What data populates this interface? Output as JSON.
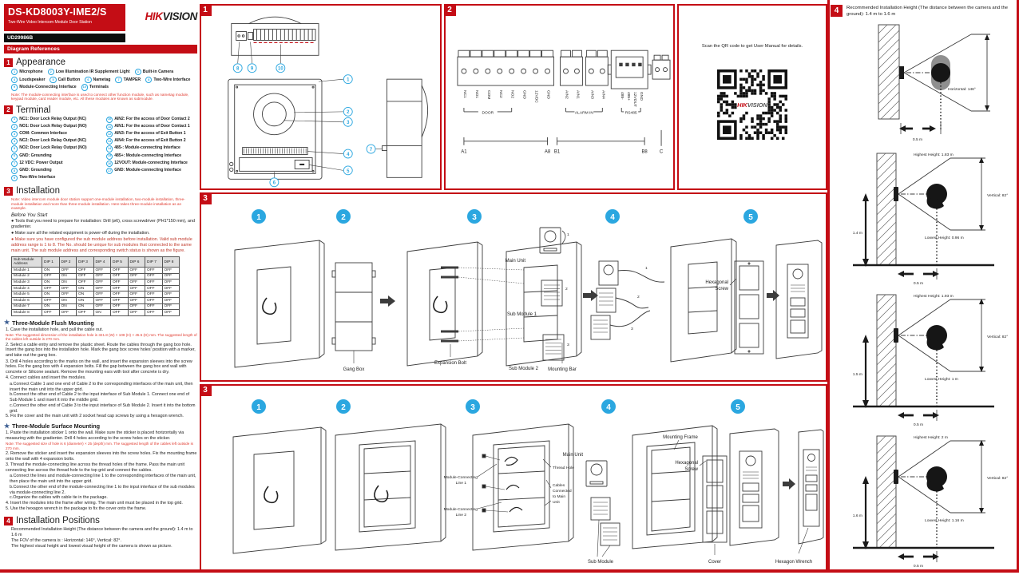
{
  "page": {
    "doc_code": "UD29986B",
    "diagram_references": "Diagram References"
  },
  "header": {
    "model": "DS-KD8003Y-IME2/S",
    "subtitle": "Two-Wire Video Intercom Module Door Station",
    "brand_hik": "HIK",
    "brand_vision": "VISION"
  },
  "colors": {
    "accent": "#c40d15",
    "callout_blue": "#2ba7e0",
    "note_red": "#e03a2f"
  },
  "sections": {
    "appearance": {
      "num": "1",
      "title": "Appearance",
      "items": [
        {
          "n": "1",
          "label": "Microphone"
        },
        {
          "n": "2",
          "label": "Low Illumination IR Supplement Light"
        },
        {
          "n": "3",
          "label": "Built-in Camera"
        },
        {
          "n": "4",
          "label": "Loudspeaker"
        },
        {
          "n": "5",
          "label": "Call Button"
        },
        {
          "n": "6",
          "label": "Nametag"
        },
        {
          "n": "7",
          "label": "TAMPER"
        },
        {
          "n": "8",
          "label": "Two-Wire Interface"
        },
        {
          "n": "9",
          "label": "Module-Connecting Interface"
        },
        {
          "n": "10",
          "label": "Terminals"
        }
      ],
      "note": "Note: The module-connecting interface is used to connect other function module, such as nametag module, keypad module, card reader module, etc. All these modules are known as submodule."
    },
    "terminal": {
      "num": "2",
      "title": "Terminal",
      "left_items": [
        {
          "n": "1",
          "label": "NC1: Door Lock Relay Output (NC)"
        },
        {
          "n": "2",
          "label": "NO1: Door Lock Relay Output (NO)"
        },
        {
          "n": "3",
          "label": "COM: Common Interface"
        },
        {
          "n": "4",
          "label": "NC2: Door Lock Relay Output (NC)"
        },
        {
          "n": "5",
          "label": "NO2: Door Lock Relay Output (NO)"
        },
        {
          "n": "6",
          "label": "GND: Grounding"
        },
        {
          "n": "7",
          "label": "12 VDC: Power Output"
        },
        {
          "n": "8",
          "label": "GND: Grounding"
        },
        {
          "n": "9",
          "label": "Two-Wire Interface"
        }
      ],
      "right_items": [
        {
          "n": "10",
          "label": "AIN2: For the access of Door Contact 2"
        },
        {
          "n": "11",
          "label": "AIN1: For the access of Door Contact 1"
        },
        {
          "n": "12",
          "label": "AIN3: For the access of Exit Button 1"
        },
        {
          "n": "13",
          "label": "AIN4: For the access of Exit Button 2"
        },
        {
          "n": "14",
          "label": "485-: Module-connecting Interface"
        },
        {
          "n": "15",
          "label": "485+: Module-connecting Interface"
        },
        {
          "n": "16",
          "label": "12VOUT: Module-connecting Interface"
        },
        {
          "n": "17",
          "label": "GND: Module-connecting Interface"
        }
      ]
    },
    "installation": {
      "num": "3",
      "title": "Installation",
      "note": "Note: Video intercom module door station support one-module installation, two-module installation, three-module installation and more than three-module installation. Here takes three-module installation as an example.",
      "before_you_start": "Before You Start",
      "bullets": [
        {
          "text": "● Tools that you need to prepare for installation: Drill (ø6), cross screwdriver (PH1*150 mm), and gradienter.",
          "red": false
        },
        {
          "text": "● Make sure all the related equipment is power-off during the installation.",
          "red": false
        },
        {
          "text": "● Make sure you have configured the sub module address before installation. Valid sub module address range is 1 to 8. The No. should be unique for sub modules that connected to the same main unit. The sub module address and corresponding switch status is shown as the figure.",
          "red": true
        }
      ],
      "table": {
        "headers": [
          "Sub Module Address",
          "DIP 1",
          "DIP 2",
          "DIP 3",
          "DIP 4",
          "DIP 5",
          "DIP 6",
          "DIP 7",
          "DIP 8"
        ],
        "rows": [
          [
            "Module 1",
            "ON",
            "OFF",
            "OFF",
            "OFF",
            "OFF",
            "OFF",
            "OFF",
            "OFF"
          ],
          [
            "Module 2",
            "OFF",
            "ON",
            "OFF",
            "OFF",
            "OFF",
            "OFF",
            "OFF",
            "OFF"
          ],
          [
            "Module 3",
            "ON",
            "ON",
            "OFF",
            "OFF",
            "OFF",
            "OFF",
            "OFF",
            "OFF"
          ],
          [
            "Module 4",
            "OFF",
            "OFF",
            "ON",
            "OFF",
            "OFF",
            "OFF",
            "OFF",
            "OFF"
          ],
          [
            "Module 5",
            "ON",
            "OFF",
            "ON",
            "OFF",
            "OFF",
            "OFF",
            "OFF",
            "OFF"
          ],
          [
            "Module 6",
            "OFF",
            "ON",
            "ON",
            "OFF",
            "OFF",
            "OFF",
            "OFF",
            "OFF"
          ],
          [
            "Module 7",
            "ON",
            "ON",
            "ON",
            "OFF",
            "OFF",
            "OFF",
            "OFF",
            "OFF"
          ],
          [
            "Module 8",
            "OFF",
            "OFF",
            "OFF",
            "ON",
            "OFF",
            "OFF",
            "OFF",
            "OFF"
          ]
        ]
      }
    },
    "flush": {
      "title": "Three-Module Flush Mounting",
      "steps": [
        {
          "text": "1. Cave the installation hole, and pull the cable out.",
          "note": "Note: The suggested dimension of the installation hole is 321.8 (W) × 108 (H) × 45.5 (D) mm. The suggested length of the cables left outside is 270 mm."
        },
        {
          "text": "2. Select a cable entry and remove the plastic sheet. Route the cables through the gang box hole. Insert the gang box into the installation hole. Mark the gang box screw holes' position with a marker, and take out the gang box."
        },
        {
          "text": "3. Drill 4 holes according to the marks on the wall, and insert the expansion sleeves into the screw holes. Fix the gang box with 4 expansion bolts. Fill the gap between the gang box and wall with concrete or Silicone sealant. Remove the mounting ears with tool after concrete is dry."
        },
        {
          "text": "4. Connect cables and insert the modules.",
          "subs": [
            "a.Connect Cable 1 and one end of Cable 2 to the corresponding interfaces of the main unit, then insert the main unit into the upper grid.",
            "b.Connect the other end of Cable 2 to the input interface of Sub Module 1. Connect one end of Sub Module 1 and insert it into the middle grid.",
            "c.Connect the other end of Cable 3 to the input interface of Sub Module 2. Insert it into the bottom grid."
          ]
        },
        {
          "text": "5. Fix the cover and the main unit with 2 socket head cap screws by using a hexagon wrench."
        }
      ]
    },
    "surface": {
      "title": "Three-Module Surface Mounting",
      "steps": [
        {
          "text": "1. Paste the installation sticker 1 onto the wall. Make sure the sticker is placed horizontally via measuring with the gradienter. Drill 4 holes according to the screw holes on the sticker.",
          "note": "Note: The suggested size of hole is 6 (diameter) × 25 (depth) mm. The suggested length of the cables left outside is 270 mm."
        },
        {
          "text": "2. Remove the sticker and insert the expansion sleeves into the screw holes. Fix the mounting frame onto the wall with 4 expansion bolts."
        },
        {
          "text": "3. Thread the module-connecting line across the thread holes of the frame. Pass the main unit connecting line across the thread hole to the top grid and connect the cables.",
          "subs": [
            "a.Connect the lines and module-connecting line 1 to the corresponding interfaces of the main unit, then place the main unit into the upper grid.",
            "b.Connect the other end of the module-connecting line 1 to the input interface of the sub modules via module-connecting line 2.",
            "c.Organize the cables with cable tie in the package."
          ]
        },
        {
          "text": "4. Insert the modules into the frame after wiring. The main unit must be placed in the top grid."
        },
        {
          "text": "5. Use the hexagon wrench in the package to fix the cover onto the frame."
        }
      ]
    },
    "positions": {
      "num": "4",
      "title": "Installation Positions",
      "lines": [
        "Recommended Installation Height (The distance between the camera and the ground): 1.4 m to 1.6 m",
        "The FOV of the camera is : Horizontal: 146°, Vertical: 82°.",
        "The highest visual height and lowest visual height of the camera is shown as picture."
      ]
    }
  },
  "panels": {
    "steps": [
      "1",
      "2",
      "3",
      "4",
      "5"
    ],
    "p1": {
      "num": "1",
      "callouts": [
        "1",
        "2",
        "3",
        "4",
        "5",
        "6",
        "7",
        "8",
        "9",
        "10"
      ]
    },
    "p2": {
      "num": "2",
      "door_pins": [
        "NC1",
        "NO1",
        "COM",
        "NC2",
        "NO2",
        "GND",
        "12VDC",
        "GND"
      ],
      "alarm_pins": [
        "AIN2",
        "AIN1",
        "AIN3",
        "AIN4"
      ],
      "rs485_pins": [
        "485-",
        "485+",
        "12VOUT",
        "GND"
      ],
      "group_door": "DOOR",
      "group_alarm": "ALARM IN",
      "group_rs485": "RS485",
      "marks": [
        "A1",
        "A8",
        "B1",
        "B8",
        "C"
      ]
    },
    "qr": {
      "caption": "Scan the QR code to get User Manual for details."
    },
    "p3a": {
      "num": "3",
      "labels": {
        "gang_box": "Gang Box",
        "expansion_bolt": "Expansion Bolt",
        "mounting_bar": "Mounting Bar",
        "main_unit": "Main Unit",
        "sub_module_1": "Sub Module 1",
        "sub_module_2": "Sub Module 2",
        "hex_screw": [
          "Hexagonal",
          "Screw"
        ],
        "cable_nums": [
          "1",
          "2",
          "3"
        ]
      }
    },
    "p3b": {
      "num": "3",
      "labels": {
        "mc1": [
          "Module-Connecting",
          "Line 1"
        ],
        "mc2": [
          "Module-Connecting",
          "Line 2"
        ],
        "thread_hole": "Thread Hole",
        "cables": [
          "Cables",
          "Connected",
          "to Main",
          "Unit"
        ],
        "main_unit": "Main Unit",
        "mounting_frame": "Mounting Frame",
        "sub_module": "Sub Module",
        "hex_screw": [
          "Hexagonal",
          "Screw"
        ],
        "cover": "Cover",
        "hex_wrench": "Hexagon Wrench"
      }
    },
    "p4": {
      "num": "4",
      "title": "Recommended Installation Height (The distance between the camera and the ground): 1.4 m to 1.6 m",
      "top": {
        "fov": "Horizontal: 146°",
        "dist": "0.5 m"
      },
      "side": [
        {
          "highest": "Highest Height: 1.83 m",
          "fov": "Vertical: 82°",
          "lowest": "Lowest Height: 0.96 m",
          "wall": "1.4 m",
          "dist": "0.5 m"
        },
        {
          "highest": "Highest Height: 1.93 m",
          "fov": "Vertical: 82°",
          "lowest": "Lowest Height: 1 m",
          "wall": "1.5 m",
          "dist": "0.5 m"
        },
        {
          "highest": "Highest Height: 2 m",
          "fov": "Vertical: 82°",
          "lowest": "Lowest Height: 1.16 m",
          "wall": "1.6 m",
          "dist": "0.5 m"
        }
      ]
    }
  }
}
